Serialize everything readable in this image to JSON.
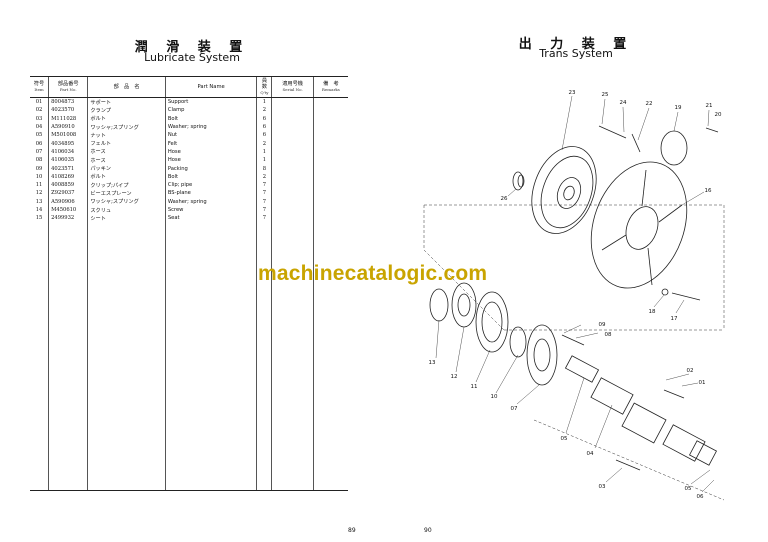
{
  "left_page": {
    "title_jp": "潤 滑 装 置",
    "title_en": "Lubricate System",
    "page_number": "89",
    "columns": {
      "item": "符号",
      "item_en": "Item",
      "part_no": "部品番号",
      "part_no_en": "Part No.",
      "name_jp": "部　品　名",
      "part_name": "Part Name",
      "qty": "員数",
      "qty_en": "Q'ty",
      "serial": "適用号機",
      "serial_en": "Serial No.",
      "remarks": "備　考",
      "remarks_en": "Remarks"
    },
    "rows": [
      {
        "item": "01",
        "part_no": "8004873",
        "name_jp": "サポート",
        "name_en": "Support",
        "qty": "1"
      },
      {
        "item": "02",
        "part_no": "4023570",
        "name_jp": "クランプ",
        "name_en": "Clamp",
        "qty": "2"
      },
      {
        "item": "03",
        "part_no": "M111028",
        "name_jp": "ボルト",
        "name_en": "Bolt",
        "qty": "6"
      },
      {
        "item": "04",
        "part_no": "A590910",
        "name_jp": "ワッシャ;スプリング",
        "name_en": "Washer; spring",
        "qty": "6"
      },
      {
        "item": "05",
        "part_no": "M501008",
        "name_jp": "ナット",
        "name_en": "Nut",
        "qty": "6"
      },
      {
        "item": "06",
        "part_no": "4034895",
        "name_jp": "フェルト",
        "name_en": "Felt",
        "qty": "2"
      },
      {
        "item": "07",
        "part_no": "4106034",
        "name_jp": "ホース",
        "name_en": "Hose",
        "qty": "1"
      },
      {
        "item": "08",
        "part_no": "4106035",
        "name_jp": "ホース",
        "name_en": "Hose",
        "qty": "1"
      },
      {
        "item": "09",
        "part_no": "4023571",
        "name_jp": "パッキン",
        "name_en": "Packing",
        "qty": "8"
      },
      {
        "item": "10",
        "part_no": "4108269",
        "name_jp": "ボルト",
        "name_en": "Bolt",
        "qty": "2"
      },
      {
        "item": "11",
        "part_no": "4008859",
        "name_jp": "クリップ;パイプ",
        "name_en": "Clip; pipe",
        "qty": "7"
      },
      {
        "item": "12",
        "part_no": "Z929037",
        "name_jp": "ビーエスプレーン",
        "name_en": "BS-plane",
        "qty": "7"
      },
      {
        "item": "13",
        "part_no": "A590906",
        "name_jp": "ワッシャ;スプリング",
        "name_en": "Washer; spring",
        "qty": "7"
      },
      {
        "item": "14",
        "part_no": "M450610",
        "name_jp": "スクリュ",
        "name_en": "Screw",
        "qty": "7"
      },
      {
        "item": "15",
        "part_no": "2499932",
        "name_jp": "シート",
        "name_en": "Seat",
        "qty": "7"
      }
    ]
  },
  "right_page": {
    "title_jp": "出 力 装 置",
    "title_en": "Trans System",
    "page_number": "90",
    "callouts": [
      "23",
      "25",
      "24",
      "22",
      "19",
      "21",
      "20",
      "26",
      "16",
      "18",
      "17",
      "09",
      "08",
      "13",
      "12",
      "11",
      "10",
      "07",
      "05",
      "04",
      "02",
      "01",
      "03",
      "05",
      "06"
    ]
  },
  "watermark": "machinecatalogic.com"
}
